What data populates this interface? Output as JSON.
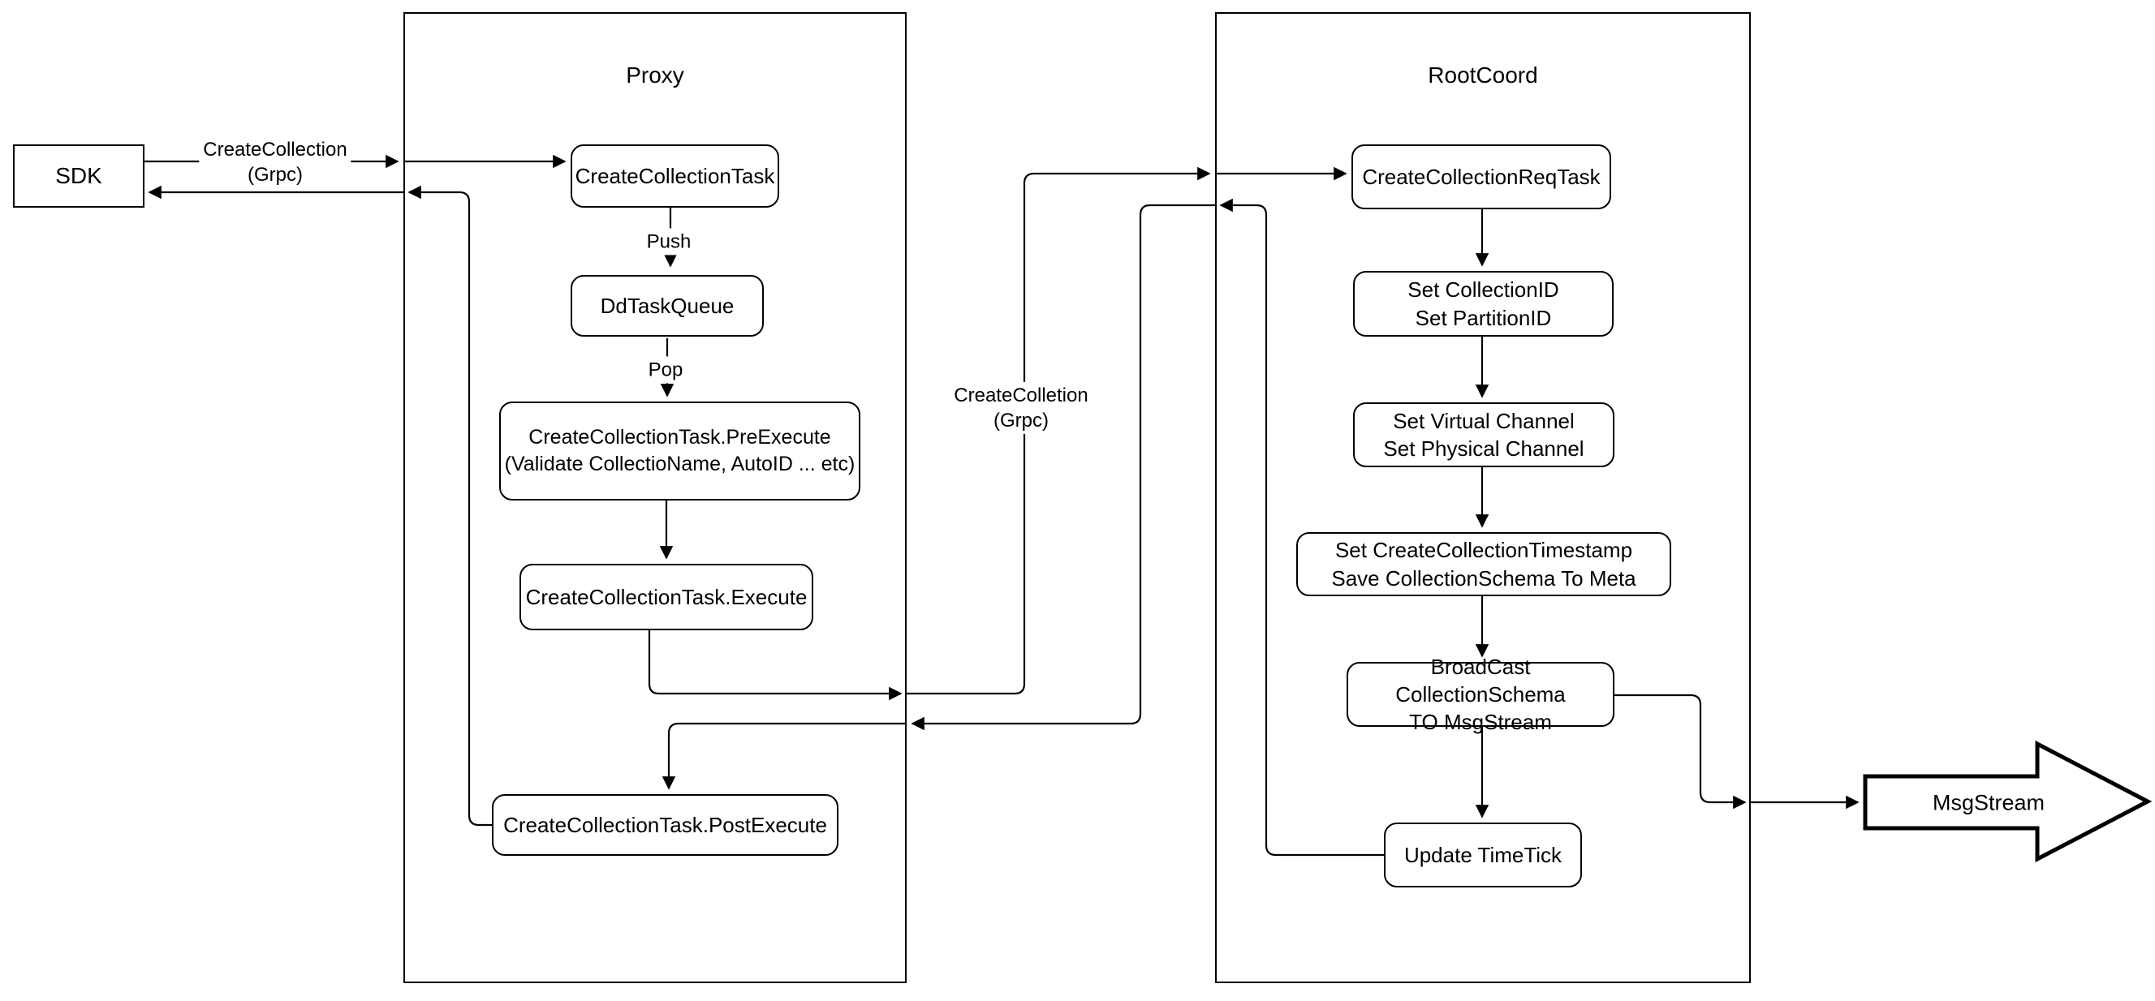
{
  "containers": {
    "proxy": {
      "title": "Proxy"
    },
    "rootcoord": {
      "title": "RootCoord"
    }
  },
  "nodes": {
    "sdk": {
      "label": "SDK"
    },
    "create_collection_task": {
      "label": "CreateCollectionTask"
    },
    "dd_task_queue": {
      "label": "DdTaskQueue"
    },
    "pre_execute": {
      "line1": "CreateCollectionTask.PreExecute",
      "line2": "(Validate CollectioName, AutoID ... etc)"
    },
    "execute": {
      "label": "CreateCollectionTask.Execute"
    },
    "post_execute": {
      "label": "CreateCollectionTask.PostExecute"
    },
    "req_task": {
      "label": "CreateCollectionReqTask"
    },
    "set_ids": {
      "line1": "Set CollectionID",
      "line2": "Set PartitionID"
    },
    "set_channels": {
      "line1": "Set Virtual Channel",
      "line2": "Set Physical Channel"
    },
    "set_timestamp": {
      "line1": "Set CreateCollectionTimestamp",
      "line2": "Save CollectionSchema To Meta"
    },
    "broadcast": {
      "line1": "BroadCast CollectionSchema",
      "line2": "TO MsgStream"
    },
    "update_timetick": {
      "label": "Update TimeTick"
    },
    "msgstream": {
      "label": "MsgStream"
    }
  },
  "edge_labels": {
    "grpc_sdk_to_proxy": {
      "line1": "CreateCollection",
      "line2": "(Grpc)"
    },
    "grpc_proxy_to_rootcoord": {
      "line1": "CreateColletion",
      "line2": "(Grpc)"
    },
    "push": {
      "label": "Push"
    },
    "pop": {
      "label": "Pop"
    }
  },
  "colors": {
    "stroke": "#000000",
    "background": "#ffffff"
  }
}
